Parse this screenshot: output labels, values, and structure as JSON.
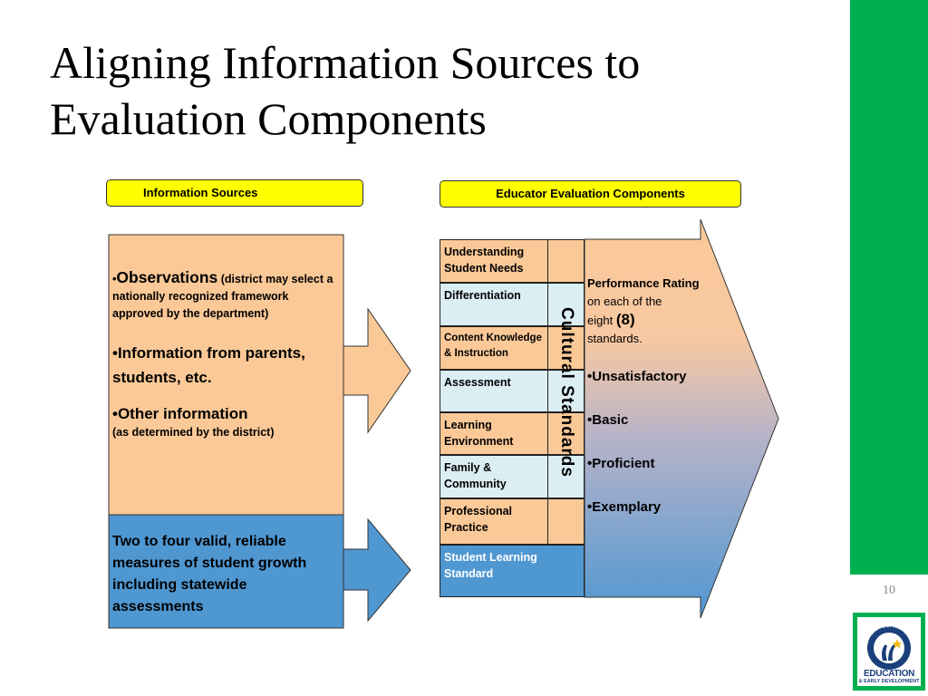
{
  "slide": {
    "title_line1": "Aligning Information Sources to",
    "title_line2": "Evaluation Components",
    "page_number": "10"
  },
  "logo": {
    "arc_text": "ALASKA DEPARTMENT OF",
    "line1": "EDUCATION",
    "line2": "& EARLY DEVELOPMENT"
  },
  "headers": {
    "information_sources": "Information Sources",
    "evaluation_components": "Educator Evaluation Components"
  },
  "sources": {
    "bullet": "•",
    "observations_title": "Observations",
    "observations_note": "(district may select a nationally recognized framework approved by the department)",
    "info_parents": "Information from parents, students, etc.",
    "other_info": "Other information",
    "other_info_note": "(as determined by the district)",
    "growth_measures": "Two to four valid, reliable measures of student growth including statewide assessments"
  },
  "components": {
    "standards": [
      "Understanding Student Needs",
      "Differentiation",
      "Content Knowledge & Instruction",
      "Assessment",
      "Learning Environment",
      "Family & Community",
      "Professional Practice"
    ],
    "student_learning": "Student Learning Standard",
    "cultural_standards": "Cultural  Standards"
  },
  "rating": {
    "title": "Performance Rating",
    "on_each_of": "on  each of the",
    "eight_word": "eight",
    "eight_num": "(8)",
    "standards_word": "standards.",
    "levels": [
      "Unsatisfactory",
      "Basic",
      "Proficient",
      "Exemplary"
    ]
  },
  "colors": {
    "green": "#00b04f",
    "orange": "#fbc997",
    "blue": "#4f97d1",
    "light_blue": "#dbeef4",
    "yellow": "#ffff00"
  }
}
